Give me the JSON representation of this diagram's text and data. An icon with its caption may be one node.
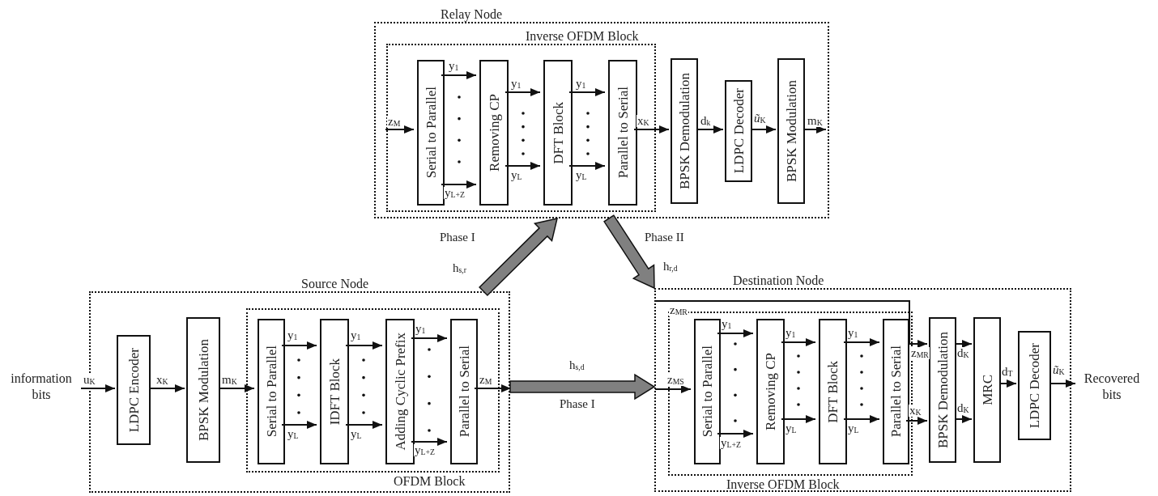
{
  "diagram": {
    "nodes": [
      {
        "text": [
          "Relay Node"
        ]
      },
      {
        "text": [
          "Inverse OFDM Block"
        ],
        "in": 0
      },
      {
        "text": [
          "Serial to Parallel"
        ],
        "in": 1
      },
      {
        "text": [
          "Removing CP"
        ],
        "in": 1
      },
      {
        "text": [
          "DFT Block"
        ],
        "in": 1
      },
      {
        "text": [
          "Parallel to Serial"
        ],
        "in": 1
      },
      {
        "text": [
          "BPSK Demodulation"
        ],
        "in": 0
      },
      {
        "text": [
          "LDPC Decoder"
        ],
        "in": 0
      },
      {
        "text": [
          "BPSK Modulation"
        ],
        "in": 0
      },
      {
        "text": [
          "information bits"
        ]
      },
      {
        "text": [
          "Source Node"
        ]
      },
      {
        "text": [
          "LDPC Encoder"
        ],
        "in": 10
      },
      {
        "text": [
          "BPSK Modulation"
        ],
        "in": 10
      },
      {
        "text": [
          "OFDM Block"
        ],
        "in": 10
      },
      {
        "text": [
          "Serial to Parallel"
        ],
        "in": 13
      },
      {
        "text": [
          "IDFT Block"
        ],
        "in": 13
      },
      {
        "text": [
          "Adding Cyclic Prefix"
        ],
        "in": 13
      },
      {
        "text": [
          "Parallel to Serial"
        ],
        "in": 13
      },
      {
        "text": [
          "Destination Node"
        ]
      },
      {
        "text": [
          "Inverse OFDM Block"
        ],
        "in": 18
      },
      {
        "text": [
          "Serial to Parallel"
        ],
        "in": 19
      },
      {
        "text": [
          "Removing CP"
        ],
        "in": 19
      },
      {
        "text": [
          "DFT Block"
        ],
        "in": 19
      },
      {
        "text": [
          "Parallel to Serial"
        ],
        "in": 19
      },
      {
        "text": [
          "BPSK Demodulation"
        ],
        "in": 18
      },
      {
        "text": [
          "MRC"
        ],
        "in": 18
      },
      {
        "text": [
          "LDPC Decoder"
        ],
        "in": 18
      },
      {
        "text": [
          "Recovered bits"
        ]
      }
    ],
    "edges": [
      {
        "from": null,
        "to": 2,
        "arrow": "to",
        "label": "z$_{M}$"
      },
      {
        "from": 2,
        "to": 3,
        "arrow": "to",
        "label": "y$_{1}$"
      },
      {
        "from": 2,
        "to": 3,
        "arrow": "to",
        "label": "y$_{L+Z}$"
      },
      {
        "from": 3,
        "to": 4,
        "arrow": "to",
        "label": "y$_{1}$"
      },
      {
        "from": 3,
        "to": 4,
        "arrow": "to",
        "label": "y$_{L}$"
      },
      {
        "from": 4,
        "to": 5,
        "arrow": "to",
        "label": "y$_{1}$"
      },
      {
        "from": 4,
        "to": 5,
        "arrow": "to",
        "label": "y$_{L}$"
      },
      {
        "from": 5,
        "to": 6,
        "arrow": "to",
        "label": "x$_{K}$"
      },
      {
        "from": 6,
        "to": 7,
        "arrow": "to",
        "label": "d$_{k}$"
      },
      {
        "from": 7,
        "to": 8,
        "arrow": "to",
        "label": "*ũ*$_{K}$"
      },
      {
        "from": 8,
        "to": null,
        "arrow": "to",
        "label": "m$_{K}$"
      },
      {
        "from": 10,
        "to": 0,
        "arrow": "to",
        "label": "Phase I",
        "style": "thick",
        "color": "#808080"
      },
      {
        "from": 0,
        "to": 18,
        "arrow": "to",
        "label": "Phase II",
        "style": "thick",
        "color": "#808080"
      },
      {
        "from": 9,
        "to": 11,
        "arrow": "to",
        "label": "u$_{K}$"
      },
      {
        "from": 11,
        "to": 12,
        "arrow": "to",
        "label": "x$_{K}$"
      },
      {
        "from": 12,
        "to": 14,
        "arrow": "to",
        "label": "m$_{K}$"
      },
      {
        "from": 14,
        "to": 15,
        "arrow": "to",
        "label": "y$_{1}$"
      },
      {
        "from": 14,
        "to": 15,
        "arrow": "to",
        "label": "y$_{L}$"
      },
      {
        "from": 15,
        "to": 16,
        "arrow": "to",
        "label": "y$_{1}$"
      },
      {
        "from": 15,
        "to": 16,
        "arrow": "to",
        "label": "y$_{L}$"
      },
      {
        "from": 16,
        "to": 17,
        "arrow": "to",
        "label": "y$_{1}$"
      },
      {
        "from": 16,
        "to": 17,
        "arrow": "to",
        "label": "y$_{L+Z}$"
      },
      {
        "from": 17,
        "to": null,
        "arrow": "to",
        "label": "z$_{M}$"
      },
      {
        "from": 10,
        "to": 18,
        "arrow": "to",
        "label": "Phase I",
        "style": "thick",
        "color": "#808080"
      },
      {
        "from": null,
        "to": 20,
        "arrow": "to",
        "label": "z$_{MS}$"
      },
      {
        "from": 20,
        "to": 21,
        "arrow": "to",
        "label": "y$_{1}$"
      },
      {
        "from": 20,
        "to": 21,
        "arrow": "to",
        "label": "y$_{L+Z}$"
      },
      {
        "from": 21,
        "to": 22,
        "arrow": "to",
        "label": "y$_{1}$"
      },
      {
        "from": 21,
        "to": 22,
        "arrow": "to",
        "label": "y$_{L}$"
      },
      {
        "from": 22,
        "to": 23,
        "arrow": "to",
        "label": "y$_{1}$"
      },
      {
        "from": 22,
        "to": 23,
        "arrow": "to",
        "label": "y$_{L}$"
      },
      {
        "from": 23,
        "to": 24,
        "arrow": "to",
        "label": "x$_{K}$"
      },
      {
        "from": 18,
        "to": 24,
        "arrow": "to",
        "label": "z$_{MR}$"
      },
      {
        "from": 24,
        "to": 25,
        "arrow": "to",
        "label": "d$_{K}$"
      },
      {
        "from": 24,
        "to": 25,
        "arrow": "to",
        "label": "d$_{K}$"
      },
      {
        "from": 25,
        "to": 26,
        "arrow": "to",
        "label": "d$_{T}$"
      },
      {
        "from": 26,
        "to": 27,
        "arrow": "to",
        "label": "*ũ*$_{K}$"
      }
    ],
    "labels": [
      "h$_{s,r}$",
      "h$_{r,d}$",
      "h$_{s,d}$",
      "z$_{MR}$"
    ]
  }
}
